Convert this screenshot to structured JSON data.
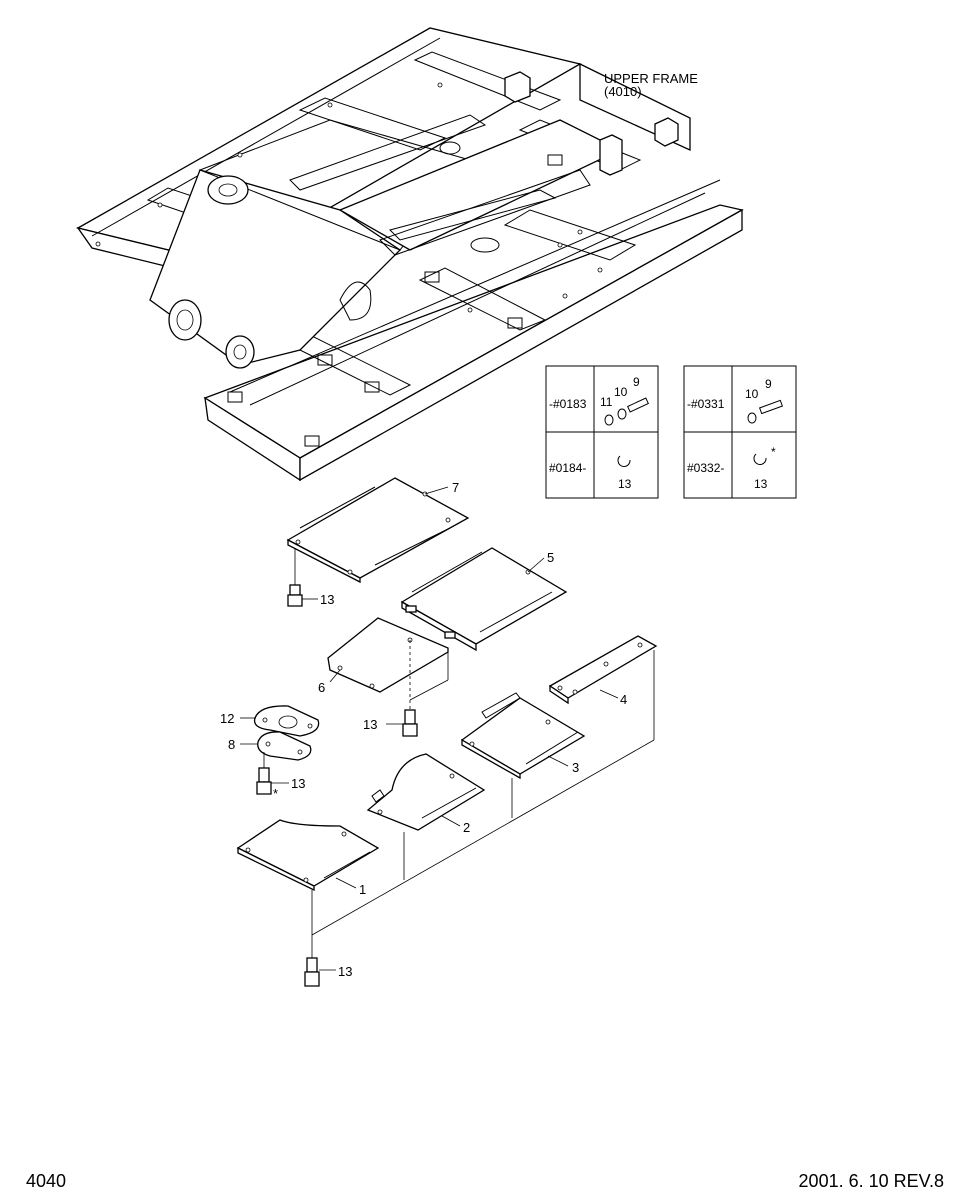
{
  "page": {
    "number": "4040",
    "revision": "2001. 6. 10 REV.8"
  },
  "callout_upper_frame": {
    "line1": "UPPER FRAME",
    "line2": "(4010)"
  },
  "labels": {
    "p1": "1",
    "p2": "2",
    "p3": "3",
    "p4": "4",
    "p5": "5",
    "p6": "6",
    "p7": "7",
    "p8": "8",
    "p12": "12",
    "b13a": "13",
    "b13b": "13",
    "b13c": "13",
    "b13d": "13"
  },
  "table_left": {
    "row1_serial": "-#0183",
    "row1_a": "11",
    "row1_b": "10",
    "row1_c": "9",
    "row2_serial": "#0184-",
    "row2_a": "13"
  },
  "table_right": {
    "row1_serial": "-#0331",
    "row1_a": "10",
    "row1_b": "9",
    "row2_serial": "#0332-",
    "row2_a": "13",
    "row2_star": "*"
  },
  "stars": {
    "s1": "*"
  }
}
